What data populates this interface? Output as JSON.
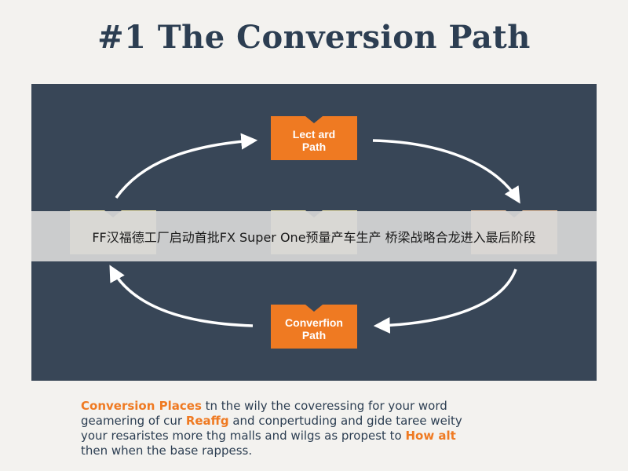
{
  "title": "#1 The Conversion Path",
  "diagram": {
    "nodes": [
      {
        "id": "top",
        "label": "Lect ard\nPath",
        "style": "orange"
      },
      {
        "id": "left",
        "label": "",
        "style": "pale"
      },
      {
        "id": "center",
        "label": "",
        "style": "pale"
      },
      {
        "id": "right",
        "label": "",
        "style": "peach"
      },
      {
        "id": "bottom",
        "label": "Converfion\nPath",
        "style": "orange"
      }
    ],
    "arrows": [
      {
        "from": "left",
        "to": "top"
      },
      {
        "from": "top",
        "to": "right"
      },
      {
        "from": "right",
        "to": "bottom"
      },
      {
        "from": "bottom",
        "to": "left"
      }
    ]
  },
  "banner": {
    "text": "FF汉福德工厂启动首批FX Super One预量产车生产 桥梁战略合龙进入最后阶段"
  },
  "description": {
    "line1_highlight": "Conversion Places",
    "line1_rest": " tn the wily the coveressing for your word",
    "line2_pre": "geamering of cur ",
    "line2_highlight": "Reaffg",
    "line2_rest": " and conpertuding and gide taree weity",
    "line3_pre": "your resaristes more thg malls and wilgs as propest to ",
    "line3_highlight": "How alt",
    "line4": "then when the base rappess."
  },
  "colors": {
    "panel": "#384657",
    "accent_orange": "#ef7a22",
    "box_pale": "#fbeeb1",
    "box_peach": "#fbcfa5",
    "title": "#2c3e52"
  }
}
